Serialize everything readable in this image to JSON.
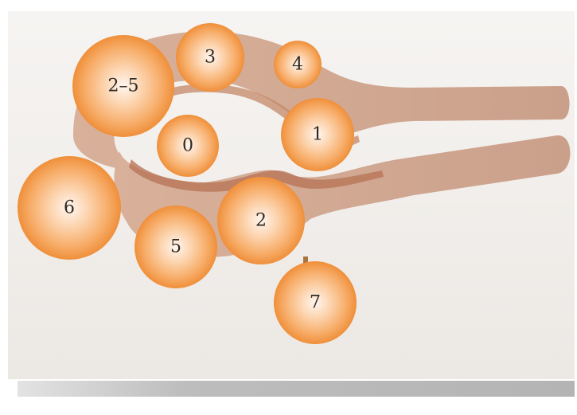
{
  "figure": {
    "colors": {
      "background_top": "#ffffff",
      "panel": "#f1eeeb",
      "tissue_light": "#dcb9a4",
      "tissue_mid": "#c99478",
      "tissue_dark": "#b57a5d",
      "circle_center": "#fff1e6",
      "circle_mid": "#f9b678",
      "circle_edge": "#f2953e",
      "bottom_bar": "#b9b9b9"
    },
    "structures": [
      {
        "name": "upper-tissue-arc",
        "description_icon": "tissue-arc"
      },
      {
        "name": "lower-tissue-band",
        "description_icon": "tissue-band"
      }
    ],
    "markers": [
      {
        "label": "2–5"
      },
      {
        "label": "3"
      },
      {
        "label": "4"
      },
      {
        "label": "0"
      },
      {
        "label": "1"
      },
      {
        "label": "6"
      },
      {
        "label": "2"
      },
      {
        "label": "5"
      },
      {
        "label": "7"
      }
    ]
  }
}
